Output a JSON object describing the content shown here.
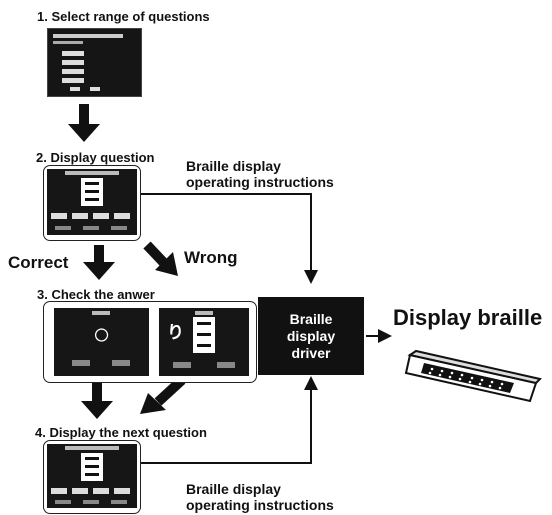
{
  "steps": {
    "select": "1. Select range of questions",
    "display": "2. Display question",
    "check": "3. Check the anwer",
    "next": "4. Display the next question"
  },
  "notes": {
    "top_line1": "Braille display",
    "top_line2": "operating instructions",
    "bottom_line1": "Braille display",
    "bottom_line2": "operating instructions"
  },
  "labels": {
    "correct": "Correct",
    "wrong": "Wrong",
    "display_braille": "Display braille",
    "driver_line1": "Braille",
    "driver_line2": "display",
    "driver_line3": "driver"
  },
  "screen_glyphs": {
    "check_correct_mark": "○",
    "check_wrong_kana": "り"
  }
}
